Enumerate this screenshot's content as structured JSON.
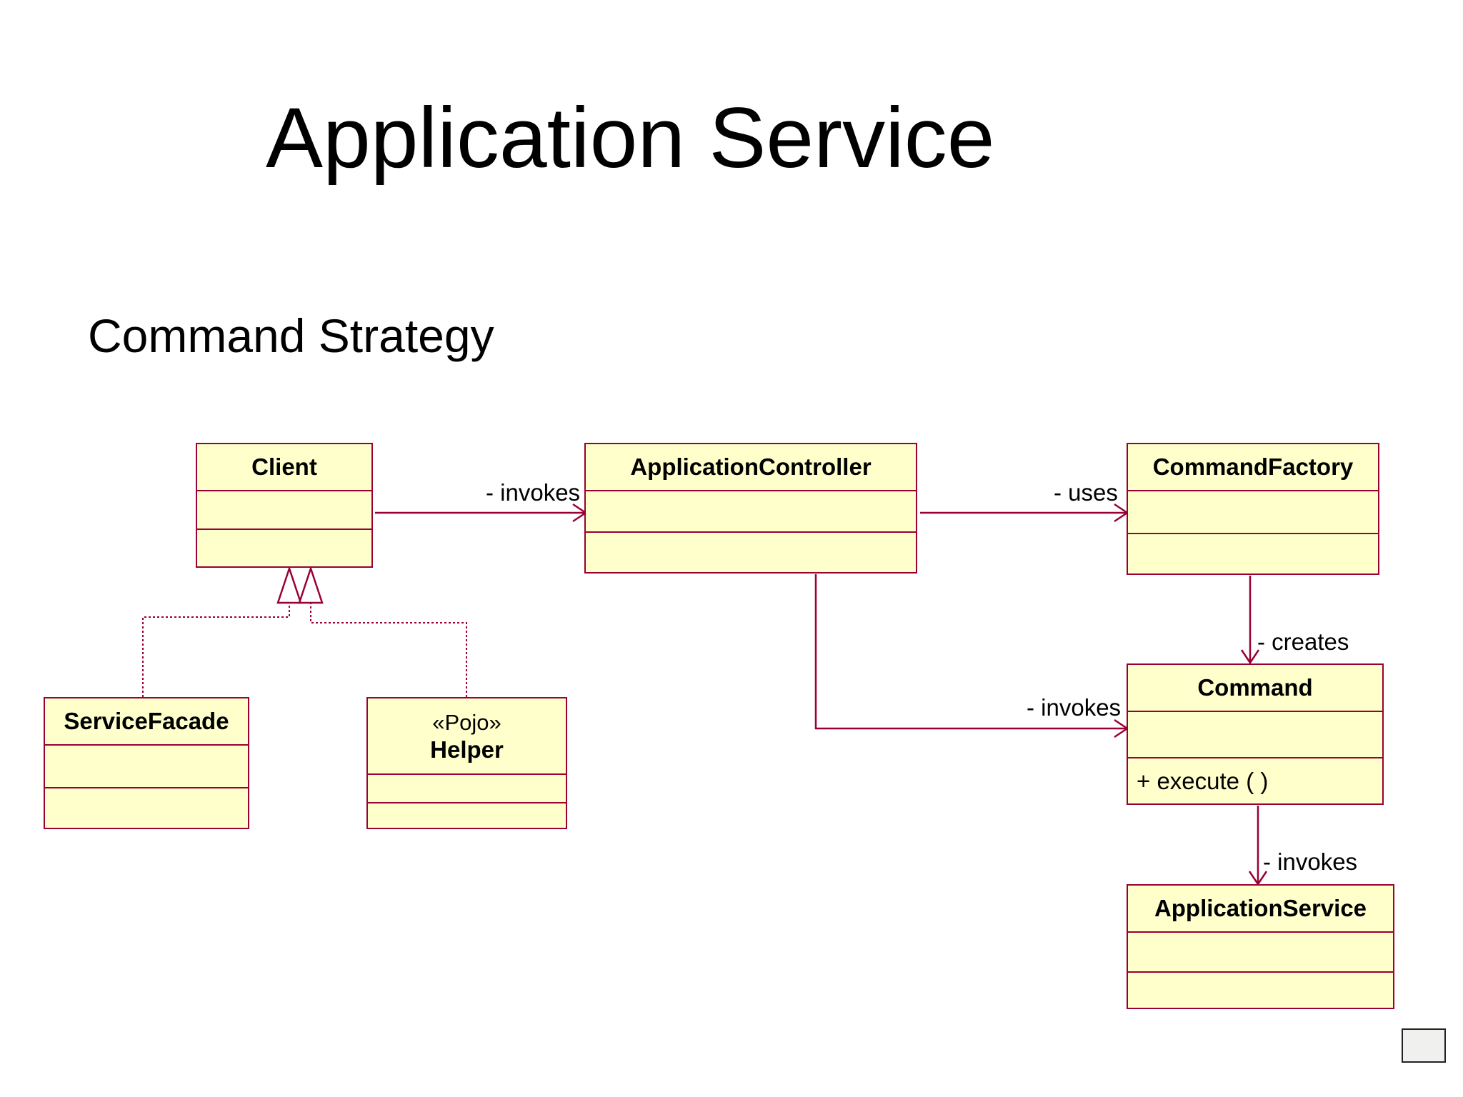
{
  "slide": {
    "title": "Application Service",
    "subtitle": "Command Strategy"
  },
  "colors": {
    "class_fill": "#ffffcc",
    "class_border": "#990033",
    "edge": "#990033",
    "background": "#ffffff"
  },
  "classes": {
    "client": {
      "name": "Client",
      "stereotype": "",
      "operations": ""
    },
    "application_controller": {
      "name": "ApplicationController",
      "stereotype": "",
      "operations": ""
    },
    "command_factory": {
      "name": "CommandFactory",
      "stereotype": "",
      "operations": ""
    },
    "service_facade": {
      "name": "ServiceFacade",
      "stereotype": "",
      "operations": ""
    },
    "helper": {
      "name": "Helper",
      "stereotype": "«Pojo»",
      "operations": ""
    },
    "command": {
      "name": "Command",
      "stereotype": "",
      "operations": "+ execute (   )"
    },
    "application_service": {
      "name": "ApplicationService",
      "stereotype": "",
      "operations": ""
    }
  },
  "relationships": [
    {
      "from": "Client",
      "to": "ApplicationController",
      "kind": "association",
      "label": "- invokes"
    },
    {
      "from": "ApplicationController",
      "to": "CommandFactory",
      "kind": "association",
      "label": "- uses"
    },
    {
      "from": "CommandFactory",
      "to": "Command",
      "kind": "association",
      "label": "- creates"
    },
    {
      "from": "ApplicationController",
      "to": "Command",
      "kind": "association",
      "label": "- invokes"
    },
    {
      "from": "Command",
      "to": "ApplicationService",
      "kind": "association",
      "label": "- invokes"
    },
    {
      "from": "ServiceFacade",
      "to": "Client",
      "kind": "realization",
      "label": ""
    },
    {
      "from": "Helper",
      "to": "Client",
      "kind": "realization",
      "label": ""
    }
  ]
}
